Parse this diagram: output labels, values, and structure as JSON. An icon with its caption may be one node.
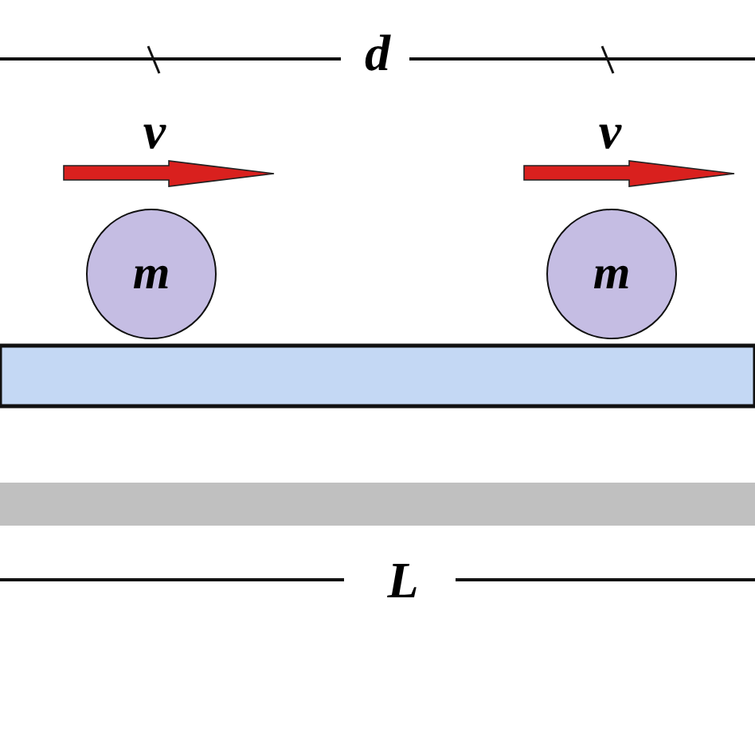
{
  "diagram": {
    "nodes": [
      {
        "text": [
          "m"
        ]
      },
      {
        "text": [
          "m"
        ]
      }
    ],
    "labels": [
      "d",
      "v",
      "v",
      "L"
    ]
  }
}
